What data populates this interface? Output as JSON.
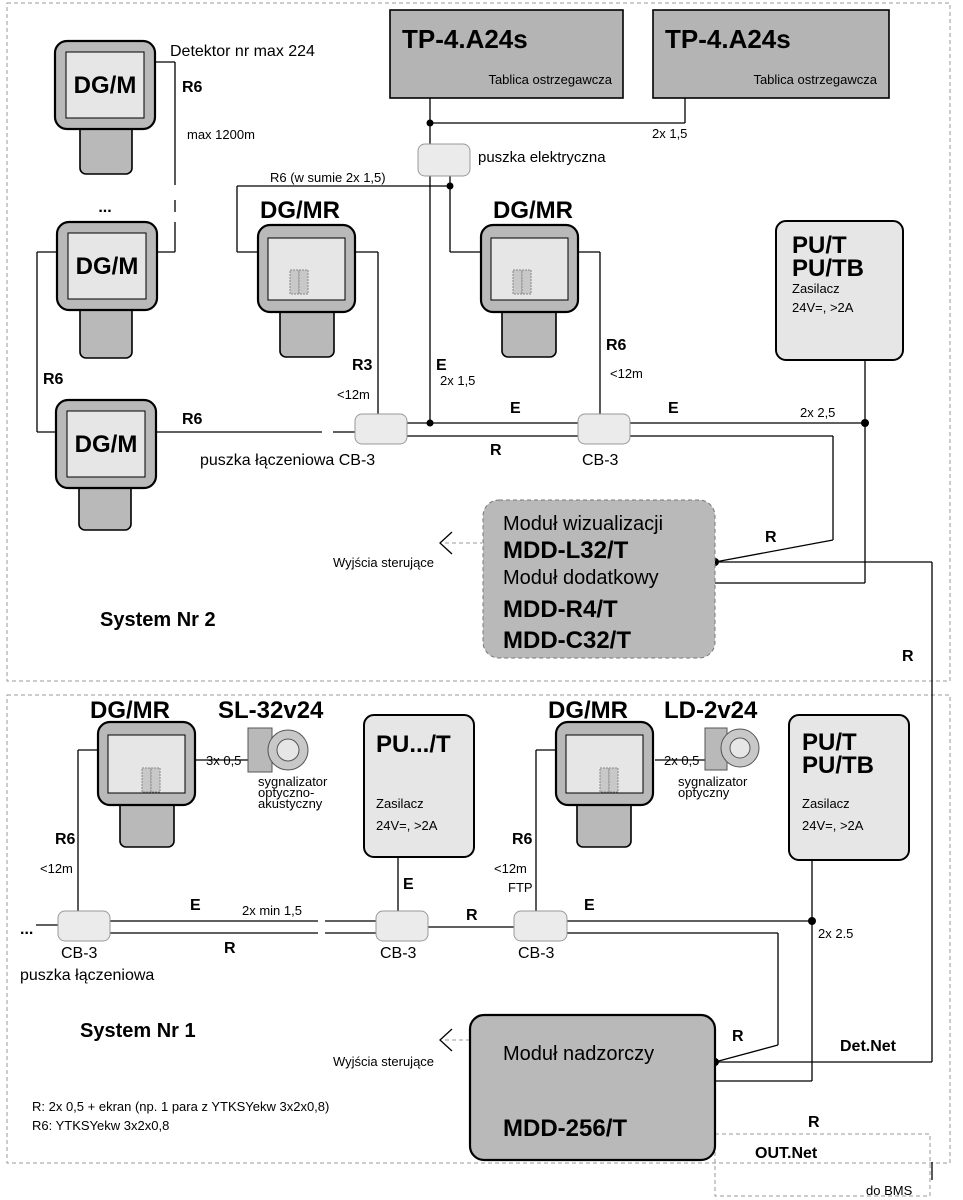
{
  "system2": {
    "name": "System Nr 2",
    "tp_a": {
      "title": "TP-4.A24s",
      "subtitle": "Tablica ostrzegawcza"
    },
    "tp_b": {
      "title": "TP-4.A24s",
      "subtitle": "Tablica ostrzegawcza"
    },
    "cable_tp": "2x 1,5",
    "puszka_elektryczna": "puszka elektryczna",
    "detector_caption": "Detektor nr max 224",
    "r6_top": "R6",
    "max_dist": "max 1200m",
    "dots": "...",
    "dgm_label": "DG/M",
    "dgmr_label": "DG/MR",
    "r6_sum": "R6 (w sumie 2x 1,5)",
    "r3": "R3",
    "lt12": "<12m",
    "e": "E",
    "r": "R",
    "cable_e_left": "2x 1,5",
    "r6_left": "R6",
    "r6_bus": "R6",
    "r6_right": "R6",
    "puszka_laczeniowa": "puszka łączeniowa CB-3",
    "cb3": "CB-3",
    "pu": {
      "line1": "PU/T",
      "line2": "PU/TB",
      "zasilacz": "Zasilacz",
      "volt": "24V=, >2A"
    },
    "cable_pu": "2x 2,5",
    "module": {
      "line1": "Moduł wizualizacji",
      "line2": "MDD-L32/T",
      "line3": "Moduł dodatkowy",
      "line4": "MDD-R4/T",
      "line5": "MDD-C32/T"
    },
    "outputs": "Wyjścia sterujące",
    "r_to_mod": "R",
    "r_down": "R"
  },
  "system1": {
    "name": "System Nr 1",
    "dgmr_label": "DG/MR",
    "sl": {
      "title": "SL-32v24",
      "desc1": "sygnalizator",
      "desc2": "optyczno-",
      "desc3": "akustyczny",
      "cable": "3x 0,5"
    },
    "ld": {
      "title": "LD-2v24",
      "desc1": "sygnalizator",
      "desc2": "optyczny",
      "cable": "2x 0,5"
    },
    "pu_mid": {
      "title": "PU.../T",
      "zasilacz": "Zasilacz",
      "volt": "24V=, >2A"
    },
    "pu_right": {
      "line1": "PU/T",
      "line2": "PU/TB",
      "zasilacz": "Zasilacz",
      "volt": "24V=, >2A"
    },
    "r6": "R6",
    "lt12": "<12m",
    "ftp": "FTP",
    "e": "E",
    "r": "R",
    "cable_min": "2x min 1,5",
    "cable_pu": "2x 2.5",
    "dots": "...",
    "cb3": "CB-3",
    "puszka_laczeniowa": "puszka łączeniowa",
    "module": {
      "line1": "Moduł nadzorczy",
      "line2": "MDD-256/T"
    },
    "outputs": "Wyjścia sterujące",
    "det_net": "Det.Net",
    "out_net": "OUT.Net",
    "do_bms": "do BMS",
    "r_mod": "R",
    "r_out": "R"
  },
  "legend": {
    "r": "R: 2x 0,5 + ekran (np. 1 para z YTKSYekw 3x2x0,8)",
    "r6": "R6: YTKSYekw 3x2x0,8"
  }
}
